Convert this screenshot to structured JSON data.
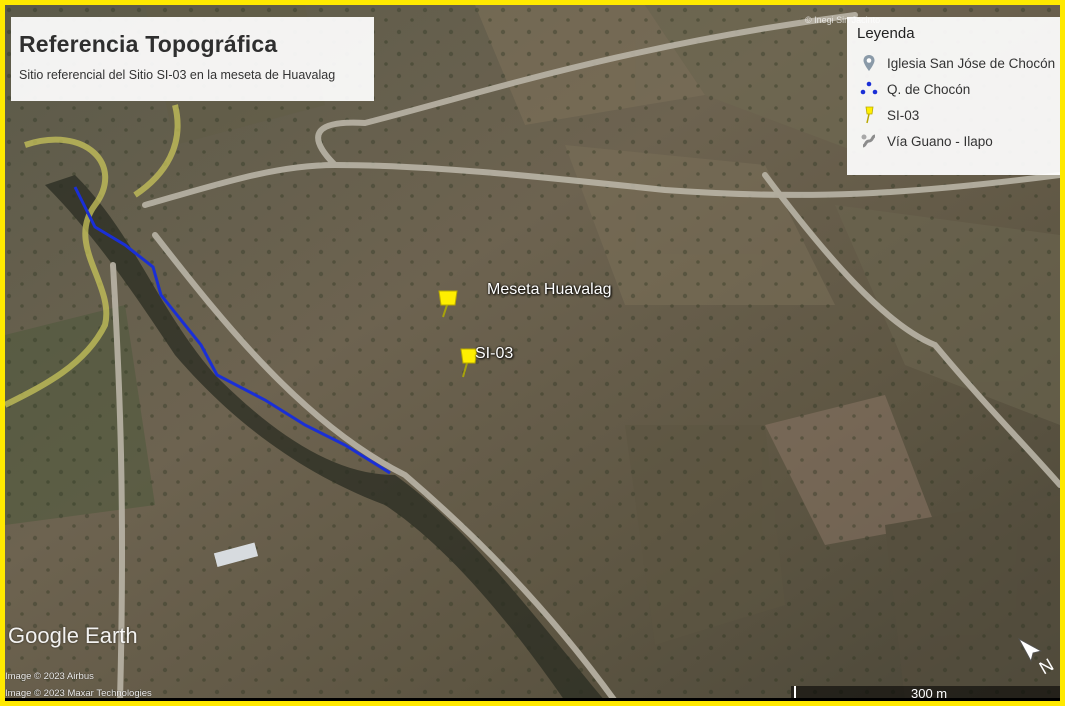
{
  "title_box": {
    "title": "Referencia Topográfica",
    "subtitle": "Sitio referencial del Sitio SI-03 en la meseta de Huavalag"
  },
  "legend": {
    "title": "Leyenda",
    "items": [
      {
        "label": "Iglesia San Jóse de Chocón",
        "icon": "church-pin-icon",
        "color": "#8a9aa8"
      },
      {
        "label": "Q. de Chocón",
        "icon": "stream-dots-icon",
        "color": "#1a2fd6"
      },
      {
        "label": "SI-03",
        "icon": "yellow-pushpin-icon",
        "color": "#ffee00"
      },
      {
        "label": "Vía Guano - Ilapo",
        "icon": "road-icon",
        "color": "#8c8c8c"
      }
    ]
  },
  "map": {
    "labels": {
      "meseta": "Meseta Huavalag",
      "site": "SI-03"
    },
    "stream_color": "#1a2fd6",
    "pin_color": "#ffee00",
    "branding": "Google Earth",
    "copyright": [
      "Image © 2023 Airbus",
      "Image © 2023 Maxar Technologies"
    ],
    "top_credit": "© Inegi Sin Jacinto",
    "scale": "300 m",
    "compass": "north-arrow-icon"
  },
  "colors": {
    "frame": "#ffe900"
  }
}
